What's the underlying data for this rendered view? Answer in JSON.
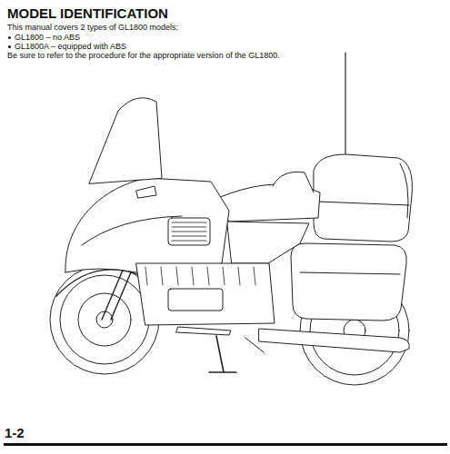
{
  "diagram": {
    "title": "MODEL IDENTIFICATION",
    "labels": [
      "This manual covers 2 types of GL1800 models:",
      "GL1800 – no ABS",
      "GL1800A – equipped with ABS",
      "Be sure to refer to the procedure for the appropriate version of the GL1800.",
      "1-2"
    ]
  }
}
